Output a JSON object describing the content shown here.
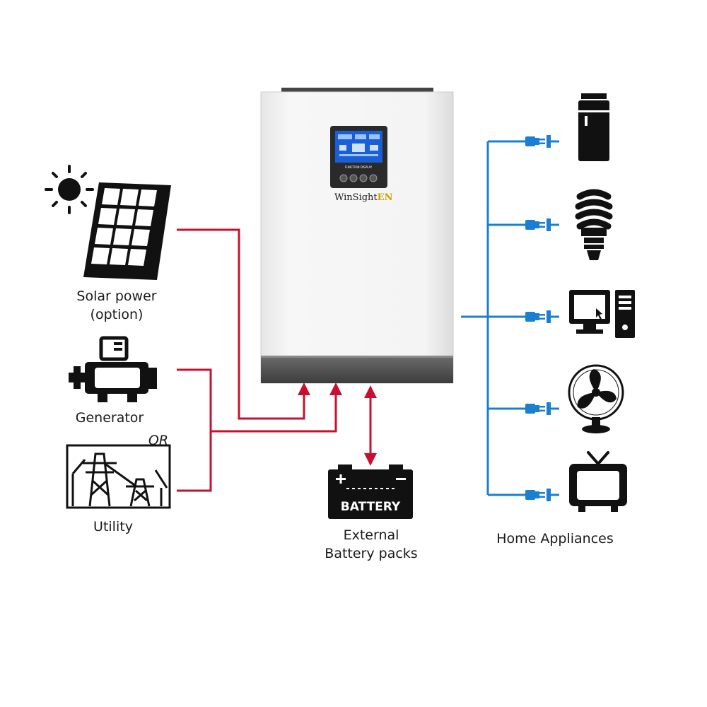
{
  "sources": {
    "solar": {
      "line1": "Solar power",
      "line2": "(option)"
    },
    "generator": {
      "label": "Generator"
    },
    "or_label": "OR",
    "utility": {
      "label": "Utility"
    }
  },
  "inverter": {
    "brand": "WinSight",
    "brand_accent": "EN",
    "lcd_header": "FUNCTION DISPLAY"
  },
  "battery": {
    "label": "BATTERY",
    "caption_line1": "External",
    "caption_line2": "Battery packs"
  },
  "appliances": {
    "caption": "Home Appliances",
    "items": [
      "refrigerator",
      "cfl-bulb",
      "desktop-computer",
      "electric-fan",
      "television"
    ]
  },
  "colors": {
    "input_line": "#c8102e",
    "output_line": "#1a7fd1",
    "icon": "#111111"
  },
  "icons": [
    "sun-icon",
    "solar-panel-icon",
    "generator-icon",
    "utility-tower-icon",
    "battery-icon",
    "refrigerator-icon",
    "bulb-icon",
    "computer-icon",
    "fan-icon",
    "tv-icon",
    "plug-icon"
  ]
}
